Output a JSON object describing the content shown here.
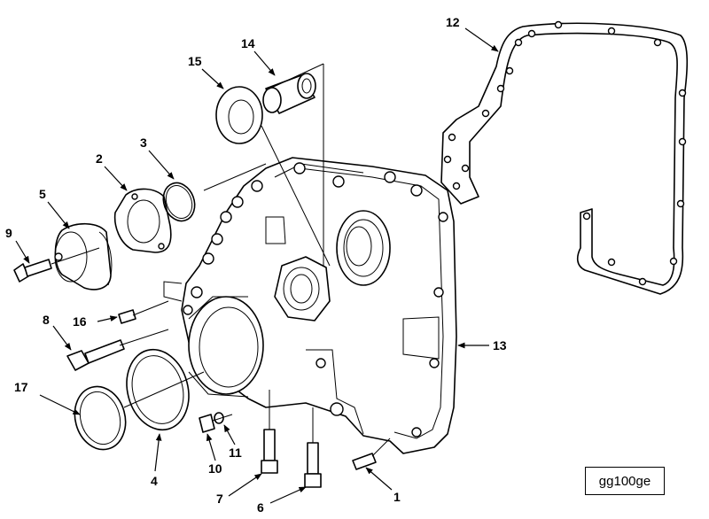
{
  "callouts": {
    "c1": "1",
    "c2": "2",
    "c3": "3",
    "c4": "4",
    "c5": "5",
    "c6": "6",
    "c7": "7",
    "c8": "8",
    "c9": "9",
    "c10": "10",
    "c11": "11",
    "c12": "12",
    "c13": "13",
    "c14": "14",
    "c15": "15",
    "c16": "16",
    "c17": "17"
  },
  "figure_code": "gg100ge"
}
